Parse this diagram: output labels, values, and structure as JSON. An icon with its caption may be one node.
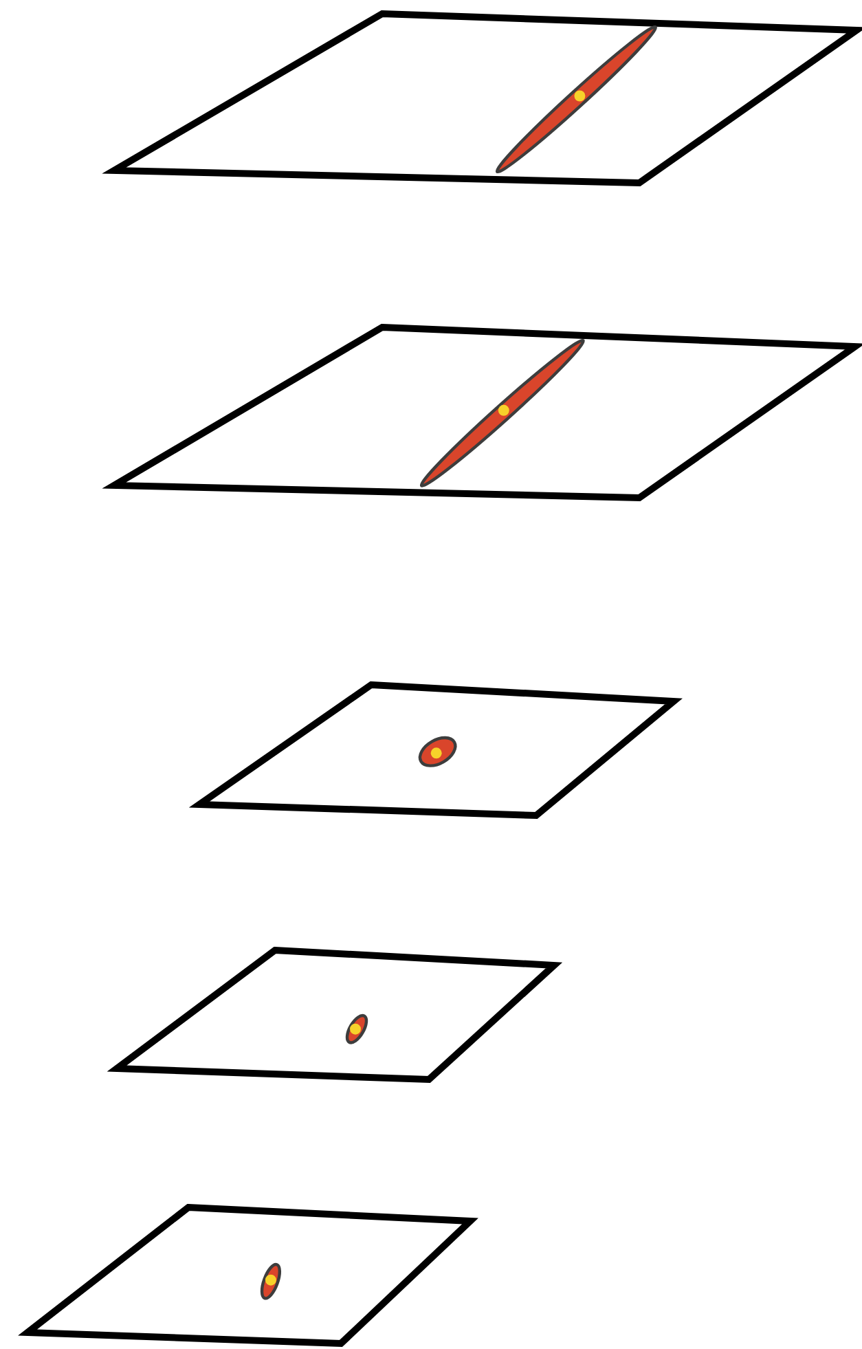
{
  "diagram": {
    "nodes": [
      {
        "text": [],
        "shape": "parallelogram"
      },
      {
        "text": [],
        "shape": "ellipse",
        "in": 0
      },
      {
        "text": [],
        "shape": "parallelogram"
      },
      {
        "text": [],
        "shape": "ellipse",
        "in": 2
      },
      {
        "text": [],
        "shape": "parallelogram"
      },
      {
        "text": [],
        "shape": "ellipse",
        "in": 4
      },
      {
        "text": [],
        "shape": "parallelogram"
      },
      {
        "text": [],
        "shape": "ellipse",
        "in": 6
      },
      {
        "text": [],
        "shape": "parallelogram"
      },
      {
        "text": [],
        "shape": "ellipse",
        "in": 8
      }
    ]
  }
}
